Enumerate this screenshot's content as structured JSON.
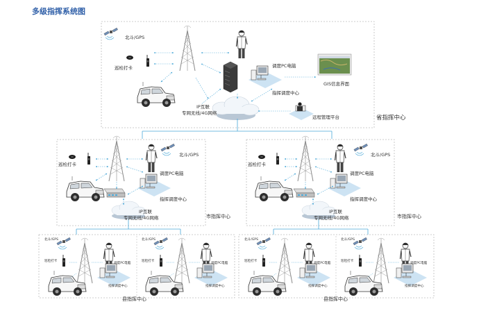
{
  "title": "多级指挥系统图",
  "colors": {
    "frame": "#bcbcbc",
    "link": "#4aa8d8",
    "cloud_top": "#f2f6fa",
    "cloud_shadow": "#b9c7d5",
    "pad": "#cde3f3",
    "title": "#2f5fa8"
  },
  "province": {
    "center_label": "省指挥中心",
    "beidou_gps": "北斗/GPS",
    "patrol_card": "巡检打卡",
    "dispatch_pc": "调度PC电脑",
    "gis": "GIS信息界面",
    "dispatch_center": "指挥调度中心",
    "ip_internet": "IP互联",
    "network": "专网无线/4G网络",
    "remote_platform": "远程管理平台"
  },
  "city": {
    "center_label": "市指挥中心",
    "beidou_gps": "北斗/GPS",
    "patrol_card": "巡检打卡",
    "dispatch_pc": "调度PC电脑",
    "dispatch_center": "指挥调度中心",
    "ip_internet": "IP互联",
    "network": "专网无线/4G网络"
  },
  "county": {
    "center_label": "县指挥中心",
    "beidou_gps": "北斗/GPS",
    "patrol_card": "巡检打卡",
    "dispatch_pc": "调度PC电脑",
    "dispatch_center": "指挥调度中心"
  }
}
